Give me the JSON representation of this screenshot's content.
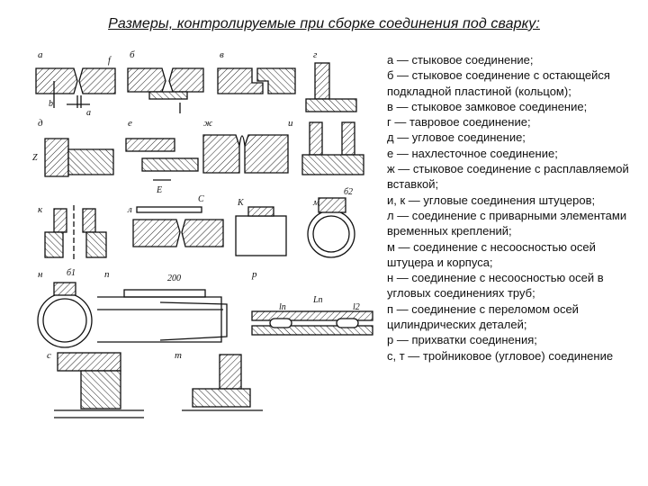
{
  "title": "Размеры, контролируемые при сборке соединения под сварку:",
  "legend": [
    "а — стыковое соединение;",
    "б — стыковое соединение с остающейся подкладной пластиной (кольцом);",
    "в — стыковое замковое соединение;",
    "г — тавровое соединение;",
    "д — угловое соединение;",
    "е — нахлесточное соединение;",
    "ж — стыковое соединение с расплавляемой вставкой;",
    "и, к — угловые соединения штуцеров;",
    " л — соединение с приварными элементами временных креплений;",
    "м — соединение с несоосностью осей штуцера и корпуса;",
    " н — соединение с несоосностью осей в угловых соединениях труб;",
    "п — соединение с переломом осей цилиндрических деталей;",
    "р — прихватки соединения;",
    "с, т — тройниковое (угловое) соединение"
  ],
  "drawing": {
    "panel_labels": [
      "а",
      "б",
      "в",
      "г",
      "д",
      "е",
      "ж",
      "и",
      "к",
      "л",
      "м",
      "н",
      "п",
      "р",
      "с",
      "т"
    ],
    "dimension_labels": [
      "b",
      "a",
      "f",
      "Z",
      "E",
      "C",
      "K",
      "б1",
      "б2",
      "200",
      "Lп",
      "lп",
      "l2"
    ]
  }
}
